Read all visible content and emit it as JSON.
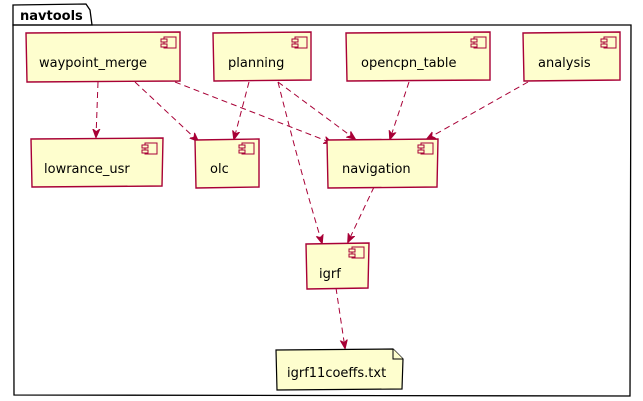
{
  "package": {
    "name": "navtools"
  },
  "components": {
    "waypoint_merge": "waypoint_merge",
    "planning": "planning",
    "opencpn_table": "opencpn_table",
    "analysis": "analysis",
    "lowrance_usr": "lowrance_usr",
    "olc": "olc",
    "navigation": "navigation",
    "igrf": "igrf"
  },
  "note": {
    "text": "igrf11coeffs.txt"
  },
  "dependencies": [
    {
      "from": "waypoint_merge",
      "to": "lowrance_usr"
    },
    {
      "from": "waypoint_merge",
      "to": "olc"
    },
    {
      "from": "waypoint_merge",
      "to": "navigation"
    },
    {
      "from": "planning",
      "to": "olc"
    },
    {
      "from": "planning",
      "to": "navigation"
    },
    {
      "from": "planning",
      "to": "igrf"
    },
    {
      "from": "opencpn_table",
      "to": "navigation"
    },
    {
      "from": "analysis",
      "to": "navigation"
    },
    {
      "from": "navigation",
      "to": "igrf"
    },
    {
      "from": "igrf",
      "to": "igrf11coeffs.txt"
    }
  ],
  "colors": {
    "fill": "#FEFECE",
    "border": "#A80036",
    "frame": "#000000"
  }
}
